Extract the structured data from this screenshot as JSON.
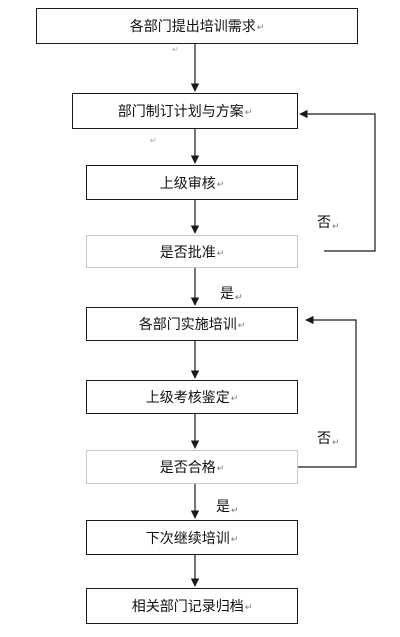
{
  "flowchart": {
    "nodes": [
      {
        "id": "n1",
        "text": "各部门提出培训需求",
        "mark": "↵"
      },
      {
        "id": "n2",
        "text": "部门制订计划与方案",
        "mark": "↵"
      },
      {
        "id": "n3",
        "text": "上级审核",
        "mark": "↵"
      },
      {
        "id": "n4",
        "text": "是否批准",
        "mark": "↵"
      },
      {
        "id": "n5",
        "text": "各部门实施培训",
        "mark": "↵"
      },
      {
        "id": "n6",
        "text": "上级考核鉴定",
        "mark": "↵"
      },
      {
        "id": "n7",
        "text": "是否合格",
        "mark": "↵"
      },
      {
        "id": "n8",
        "text": "下次继续培训",
        "mark": "↵"
      },
      {
        "id": "n9",
        "text": "相关部门记录归档",
        "mark": "↵"
      }
    ],
    "edge_labels": {
      "approve_no": "否",
      "approve_yes": "是",
      "qualified_no": "否",
      "qualified_yes": "是"
    },
    "label_mark": "↵",
    "stray_marks": [
      "↵",
      "↵"
    ],
    "colors": {
      "line": "#1a1a1a",
      "faint_border": "#c8c8c8",
      "text": "#111111"
    }
  }
}
